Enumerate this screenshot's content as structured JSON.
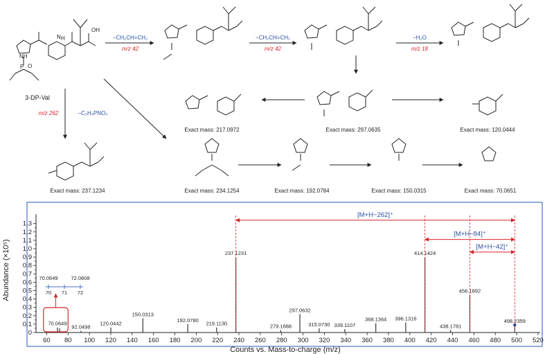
{
  "scheme": {
    "parent_label": "3-DP-Val",
    "arrows": [
      {
        "id": "a1",
        "top": "−CH₂CH=CH₂",
        "bottom": "m/z 42"
      },
      {
        "id": "a2",
        "top": "−CH₂CH=CH₂",
        "bottom": "m/z 42"
      },
      {
        "id": "a3",
        "top": "−H₂O",
        "bottom": "m/z 18"
      },
      {
        "id": "a4",
        "top": "−C₃H₆PNO₄",
        "bottom": "m/z 262"
      }
    ],
    "fragments": [
      {
        "id": "f297",
        "mass": "Exact mass: 297.0635"
      },
      {
        "id": "f217",
        "mass": "Exact mass: 217.0972"
      },
      {
        "id": "f120",
        "mass": "Exact mass: 120.0444"
      },
      {
        "id": "f237",
        "mass": "Exact mass: 237.1234"
      },
      {
        "id": "f234",
        "mass": "Exact mass: 234.1254"
      },
      {
        "id": "f192",
        "mass": "Exact mass: 192.0784"
      },
      {
        "id": "f150",
        "mass": "Exact mass: 150.0315"
      },
      {
        "id": "f70",
        "mass": "Exact mass: 70.0651"
      }
    ]
  },
  "chart_data": {
    "type": "bar",
    "title": "",
    "xlabel": "Counts vs. Mass-to-charge (m/z)",
    "ylabel": "Abundance (×10⁵)",
    "xlim": [
      50,
      522
    ],
    "ylim": [
      0,
      1.38
    ],
    "xticks": [
      "60",
      "80",
      "100",
      "120",
      "140",
      "160",
      "180",
      "200",
      "220",
      "240",
      "260",
      "280",
      "300",
      "320",
      "340",
      "360",
      "380",
      "400",
      "420",
      "440",
      "460",
      "480",
      "500",
      "520"
    ],
    "yticks": [
      "0",
      "0.05",
      "0.1",
      "0.15",
      "0.2",
      "0.25",
      "0.3",
      "0.35",
      "0.4",
      "0.45",
      "0.5",
      "0.55",
      "0.6",
      "0.65",
      "0.7",
      "0.75",
      "0.8",
      "0.85",
      "0.9",
      "0.95",
      "1.0",
      "1.05",
      "1.1",
      "1.15",
      "1.2",
      "1.25",
      "1.3"
    ],
    "peaks": [
      {
        "mz": 70.0649,
        "abundance": 0.06,
        "label": "70.0649"
      },
      {
        "mz": 72.0808,
        "abundance": 0.05
      },
      {
        "mz": 92.0498,
        "abundance": 0.02,
        "label": "92.0498"
      },
      {
        "mz": 120.0442,
        "abundance": 0.06,
        "label": "120.0442"
      },
      {
        "mz": 150.0313,
        "abundance": 0.17,
        "label": "150.0313"
      },
      {
        "mz": 192.078,
        "abundance": 0.1,
        "label": "192.0780"
      },
      {
        "mz": 219.113,
        "abundance": 0.06,
        "label": "219.1130"
      },
      {
        "mz": 237.1231,
        "abundance": 0.9,
        "label": "237.1231"
      },
      {
        "mz": 279.1688,
        "abundance": 0.03,
        "label": "279.1688"
      },
      {
        "mz": 297.0632,
        "abundance": 0.22,
        "label": "297.0632"
      },
      {
        "mz": 315.073,
        "abundance": 0.05,
        "label": "315.0730"
      },
      {
        "mz": 339.1107,
        "abundance": 0.04,
        "label": "339.1107"
      },
      {
        "mz": 368.1364,
        "abundance": 0.11,
        "label": "368.1364"
      },
      {
        "mz": 396.1316,
        "abundance": 0.12,
        "label": "396.1316"
      },
      {
        "mz": 414.1424,
        "abundance": 0.9,
        "label": "414.1424"
      },
      {
        "mz": 438.1781,
        "abundance": 0.03,
        "label": "438.1781"
      },
      {
        "mz": 456.1892,
        "abundance": 0.45,
        "label": "456.1892"
      },
      {
        "mz": 498.2359,
        "abundance": 0.09,
        "label": "498.2359"
      }
    ],
    "inset": {
      "labels": [
        "70.0649",
        "72.0808"
      ],
      "ticks": [
        "70",
        "71",
        "72"
      ]
    },
    "annotations": [
      {
        "text": "[M+H−262]⁺",
        "from": 237.1231,
        "to": 498.2359,
        "y": 1.34
      },
      {
        "text": "[M+H−84]⁺",
        "from": 414.1424,
        "to": 498.2359,
        "y": 1.11
      },
      {
        "text": "[M+H−42]⁺",
        "from": 456.1892,
        "to": 498.2359,
        "y": 0.96
      }
    ],
    "colors": {
      "frame": "#4a72c4",
      "annotation": "#d9232a",
      "annotation_text": "#2b4fa2",
      "bars": "#333333"
    }
  }
}
